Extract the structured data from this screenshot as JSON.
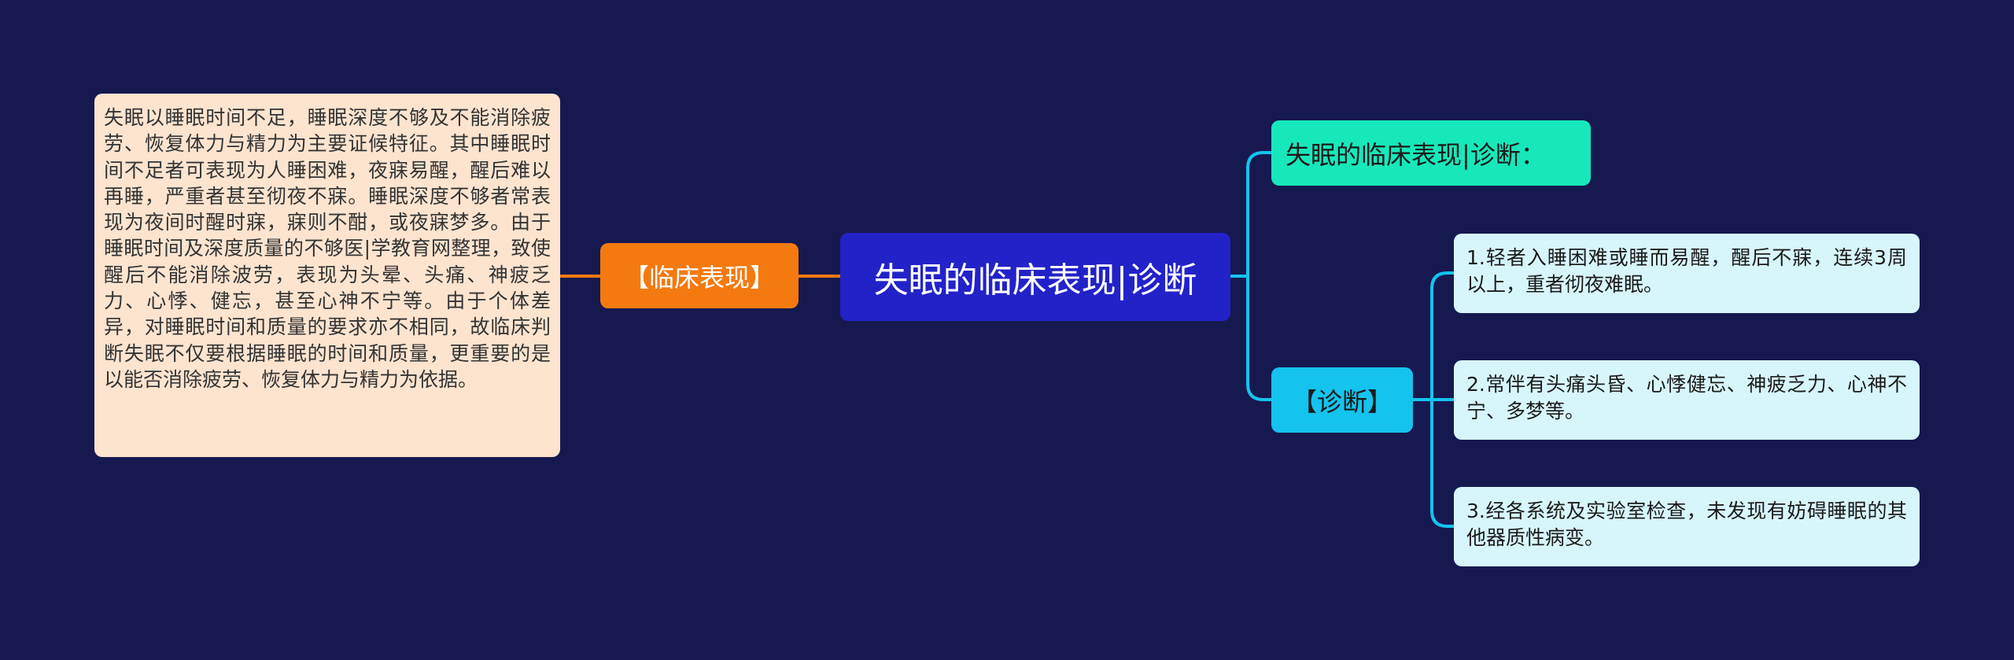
{
  "mindmap": {
    "root": {
      "label": "失眠的临床表现|诊断"
    },
    "left_branch": {
      "label": "【临床表现】",
      "detail": "失眠以睡眠时间不足，睡眠深度不够及不能消除疲劳、恢复体力与精力为主要证候特征。其中睡眠时间不足者可表现为人睡困难，夜寐易醒，醒后难以再睡，严重者甚至彻夜不寐。睡眠深度不够者常表现为夜间时醒时寐，寐则不酣，或夜寐梦多。由于睡眠时间及深度质量的不够医|学教育网整理，致使醒后不能消除波劳，表现为头晕、头痛、神疲乏力、心悸、健忘，甚至心神不宁等。由于个体差异，对睡眠时间和质量的要求亦不相同，故临床判断失眠不仅要根据睡眠的时间和质量，更重要的是以能否消除疲劳、恢复体力与精力为依据。"
    },
    "right_top": {
      "label": "失眠的临床表现|诊断："
    },
    "right_diagnosis": {
      "label": "【诊断】",
      "items": [
        "1.轻者入睡困难或睡而易醒，醒后不寐，连续3周以上，重者彻夜难眠。",
        "2.常伴有头痛头昏、心悸健忘、神疲乏力、心神不宁、多梦等。",
        "3.经各系统及实验室检查，未发现有妨碍睡眠的其他器质性病变。"
      ]
    },
    "colors": {
      "background": "#16194f",
      "root": "#2222c9",
      "left_branch": "#f47a0f",
      "left_leaf": "#fde4cf",
      "right_top": "#17e8bb",
      "right_diagnosis": "#14c3ee",
      "right_leaf": "#d7f6fc",
      "connector_left": "#f47a0f",
      "connector_right": "#14c3ee"
    }
  }
}
